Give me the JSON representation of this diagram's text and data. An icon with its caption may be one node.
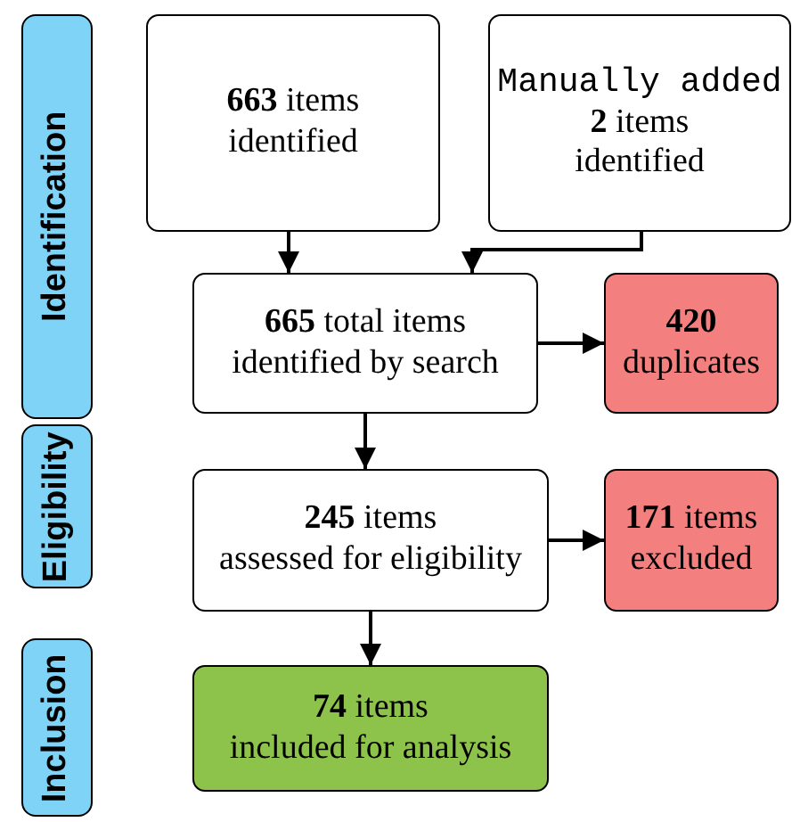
{
  "diagram": {
    "nodes": [
      {
        "text": [
          "Identification"
        ]
      },
      {
        "text": [
          "**663** items",
          "identified"
        ]
      },
      {
        "text": [
          "Manually added",
          "**2** items",
          "identified"
        ]
      },
      {
        "text": [
          "**665** total items",
          "identified by search"
        ]
      },
      {
        "text": [
          "**420**",
          "duplicates"
        ]
      },
      {
        "text": [
          "Eligibility"
        ]
      },
      {
        "text": [
          "**245** items",
          "assessed for eligibility"
        ]
      },
      {
        "text": [
          "**171** items",
          "excluded"
        ]
      },
      {
        "text": [
          "Inclusion"
        ]
      },
      {
        "text": [
          "**74** items",
          "included for analysis"
        ]
      }
    ],
    "edges": [
      {
        "from": 1,
        "to": 3,
        "arrow": "to"
      },
      {
        "from": 2,
        "to": 3,
        "arrow": "to"
      },
      {
        "from": 3,
        "to": 4,
        "arrow": "to"
      },
      {
        "from": 3,
        "to": 6,
        "arrow": "to"
      },
      {
        "from": 6,
        "to": 7,
        "arrow": "to"
      },
      {
        "from": 6,
        "to": 9,
        "arrow": "to"
      }
    ]
  }
}
